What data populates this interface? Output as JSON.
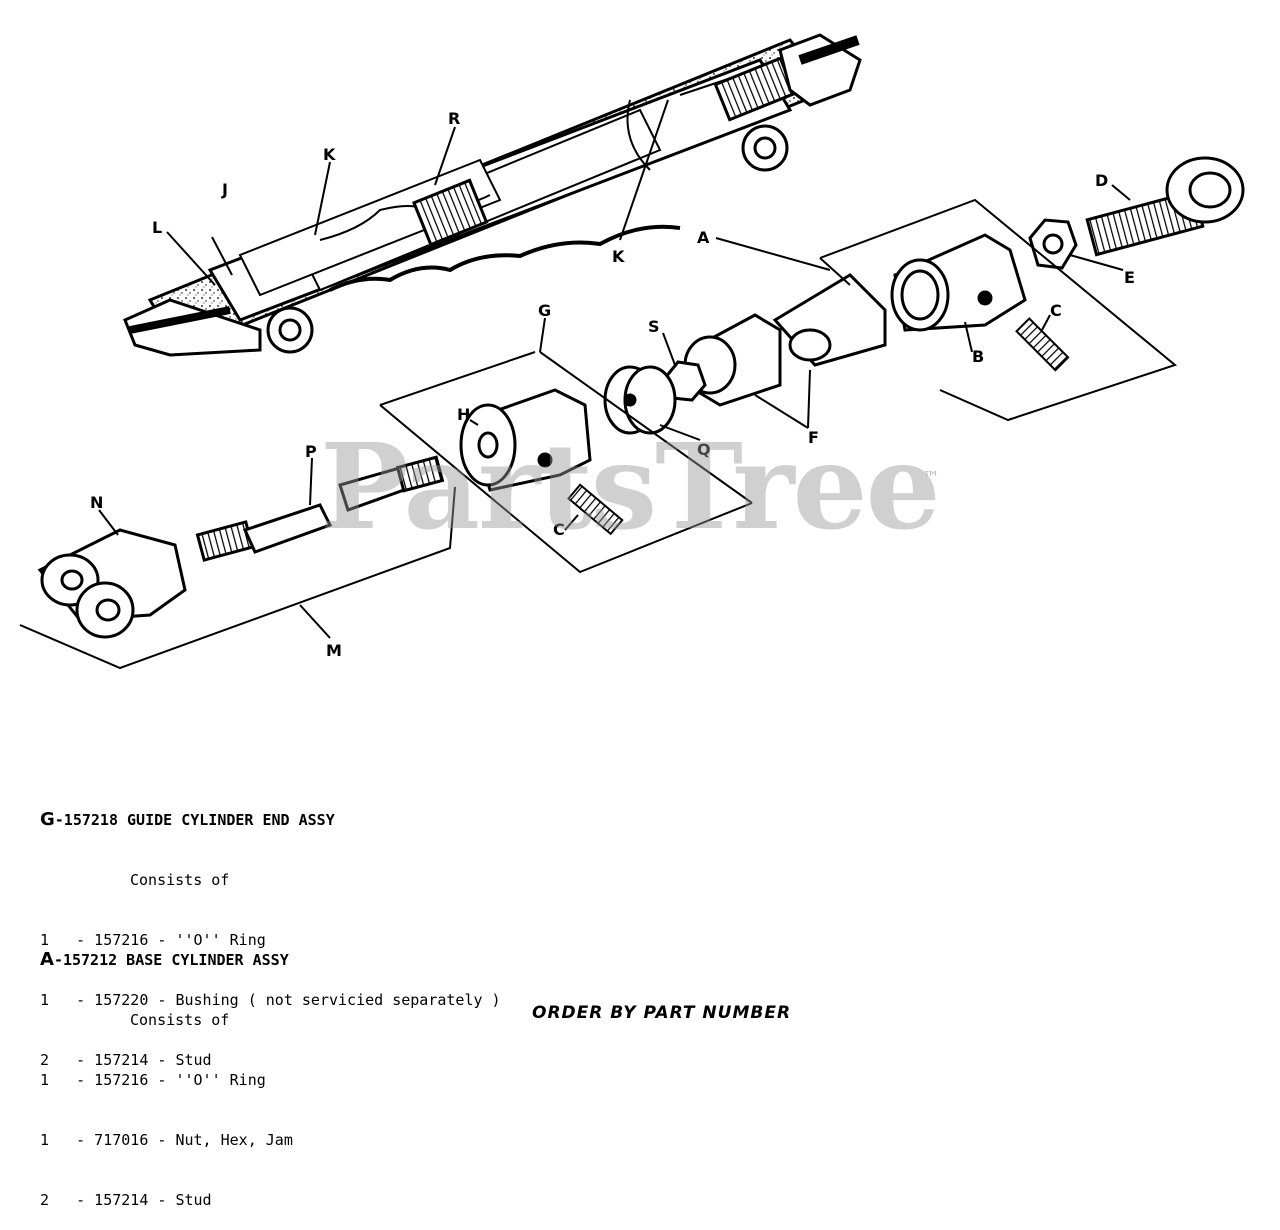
{
  "callouts": {
    "a": "A",
    "b": "B",
    "c1": "C",
    "c2": "C",
    "d": "D",
    "e": "E",
    "f": "F",
    "g": "G",
    "h": "H",
    "j": "J",
    "k1": "K",
    "k2": "K",
    "l": "L",
    "m": "M",
    "n": "N",
    "p": "P",
    "q": "Q",
    "r": "R",
    "s": "S"
  },
  "watermark": {
    "text": "PartsTree",
    "tm": "™"
  },
  "legend": [
    {
      "letter": "G",
      "title": "-157218 GUIDE CYLINDER END ASSY",
      "subtitle": "Consists of",
      "items": [
        {
          "qty": "1",
          "text": "- 157216 - ''O'' Ring"
        },
        {
          "qty": "1",
          "text": "- 157220 - Bushing ( not servicied separately )"
        },
        {
          "qty": "2",
          "text": "- 157214 - Stud"
        }
      ]
    },
    {
      "letter": "A",
      "title": "-157212 BASE CYLINDER ASSY",
      "subtitle": "Consists of",
      "items": [
        {
          "qty": "1",
          "text": "- 157216 - ''O'' Ring"
        },
        {
          "qty": "1",
          "text": "- 717016 - Nut, Hex, Jam"
        },
        {
          "qty": "2",
          "text": "- 157214 - Stud"
        }
      ]
    }
  ],
  "footer": {
    "order_text": "ORDER BY PART NUMBER"
  }
}
